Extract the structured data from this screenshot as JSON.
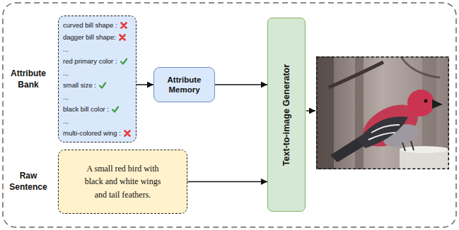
{
  "diagram": {
    "nodes": [
      {
        "text": [
          "Attribute Bank",
          "curved bill shape :",
          "dagger bill shape:",
          "...",
          "red primary color :",
          "...",
          "small size :",
          "...",
          "black bill color :",
          "...",
          "multi-colored wing :"
        ]
      },
      {
        "text": [
          "Attribute Memory"
        ]
      },
      {
        "text": [
          "Text-to-image Generator"
        ]
      },
      {
        "text": [
          "Raw Sentence",
          "A small red bird with black and white wings and tail feathers."
        ]
      }
    ],
    "edges": [
      {
        "from": 0,
        "to": 1,
        "arrow": "to"
      },
      {
        "from": 1,
        "to": 2,
        "arrow": "to"
      },
      {
        "from": 3,
        "to": 2,
        "arrow": "to"
      }
    ]
  }
}
